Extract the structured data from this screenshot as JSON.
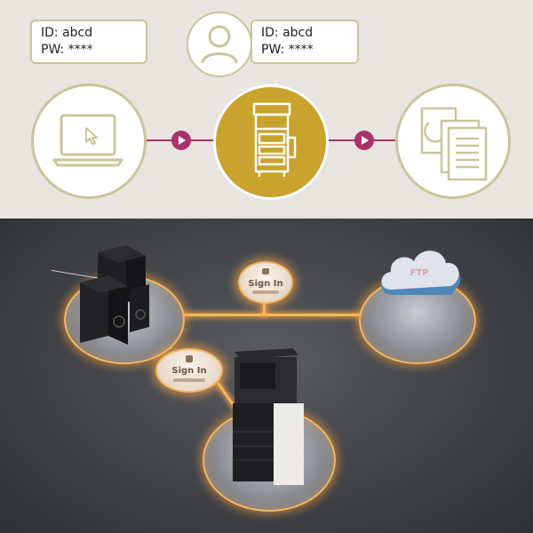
{
  "flow": {
    "credentials": [
      {
        "id_text": "ID: abcd",
        "pw_text": "PW: ****"
      },
      {
        "id_text": "ID: abcd",
        "pw_text": "PW: ****"
      }
    ],
    "icons": [
      "laptop-icon",
      "user-icon",
      "mfp-printer-icon",
      "documents-icon"
    ],
    "colors": {
      "background": "#e8e4df",
      "accent": "#a8336b",
      "gold": "#c9a32e",
      "outline": "#c9c59a"
    }
  },
  "scene": {
    "sign_in_labels": [
      "Sign In",
      "Sign In"
    ],
    "cloud_label": "FTP",
    "colors": {
      "glow": "#f4b660",
      "floor": "#45474b"
    }
  }
}
